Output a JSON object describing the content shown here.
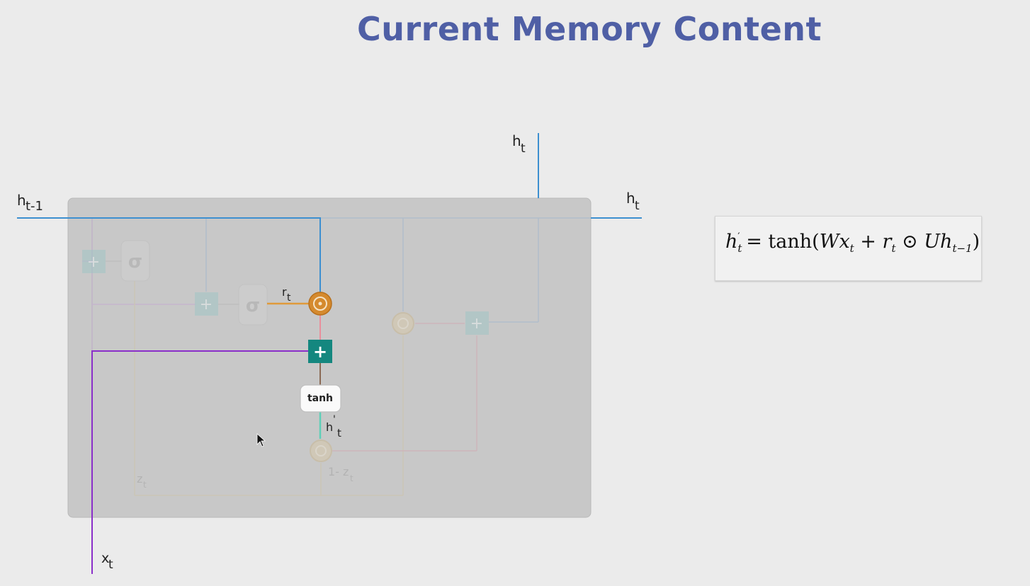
{
  "title": "Current Memory Content",
  "labels": {
    "h_prev": "h",
    "h_prev_sub": "t-1",
    "h_out_top": "h",
    "h_out_top_sub": "t",
    "h_out_right": "h",
    "h_out_right_sub": "t",
    "x_in": "x",
    "x_in_sub": "t",
    "r": "r",
    "r_sub": "t",
    "h_cand": "h",
    "h_cand_prime": "'",
    "h_cand_sub": "t",
    "z": "z",
    "z_sub": "t",
    "one_minus_z": "1- z",
    "one_minus_z_sub": "t",
    "tanh": "tanh",
    "sigma": "σ",
    "plus": "+",
    "odot": "⊙"
  },
  "formula": {
    "lhs": "h",
    "lhs_sub": "t",
    "lhs_sup": "′",
    "eq": "=",
    "func": "tanh(",
    "W": "Wx",
    "W_sub": "t",
    "plus": "+",
    "r": "r",
    "r_sub": "t",
    "odot": "⊙",
    "U": "Uh",
    "U_sub": "t−1",
    "close": ")"
  },
  "colors": {
    "title": "#4f5fa5",
    "hidden_line": "#3d8fd0",
    "input_line": "#8a2fc9",
    "reset_line": "#e09a3a",
    "gate_teal": "#14877f",
    "candidate_line": "#5fcfb8",
    "cell_bg": "#c8c8c8"
  }
}
